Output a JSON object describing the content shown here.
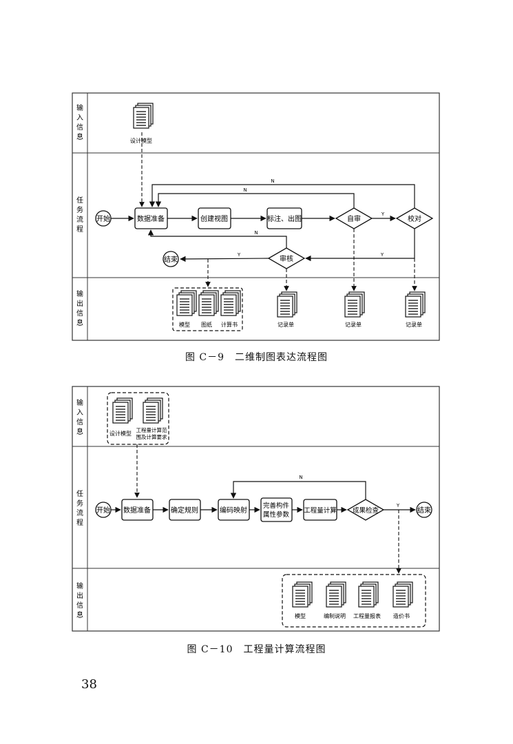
{
  "figure1": {
    "caption": "图 C－9　二维制图表达流程图",
    "lanes": {
      "input": "输入信息",
      "task": "任务流程",
      "output": "输出信息"
    },
    "nodes": {
      "start": "开始",
      "prep": "数据准备",
      "create_view": "创建视图",
      "annotate": "标注、出图",
      "self_review": "自审",
      "proofread": "校对",
      "audit": "审核",
      "end": "结束"
    },
    "labels": {
      "no": "N",
      "yes": "Y"
    },
    "docs": {
      "design_model": "设计模型",
      "model": "模型",
      "drawings": "图纸",
      "calc_book": "计算书",
      "record1": "记录单",
      "record2": "记录单",
      "record3": "记录单"
    }
  },
  "figure2": {
    "caption": "图 C－10　工程量计算流程图",
    "lanes": {
      "input": "输入信息",
      "task": "任务流程",
      "output": "输出信息"
    },
    "nodes": {
      "start": "开始",
      "prep": "数据准备",
      "rules": "确定规则",
      "coding": "编码映射",
      "attr_line1": "完善构件",
      "attr_line2": "属性参数",
      "calc": "工程量计算",
      "check": "成果检查",
      "end": "结束"
    },
    "labels": {
      "no": "N",
      "yes": "Y"
    },
    "docs": {
      "design_model": "设计模型",
      "scope_line1": "工程量计算范",
      "scope_line2": "围及计算要求",
      "model": "模型",
      "notes": "编制说明",
      "report": "工程量报表",
      "cost_book": "造价书"
    }
  },
  "page_number": "38"
}
